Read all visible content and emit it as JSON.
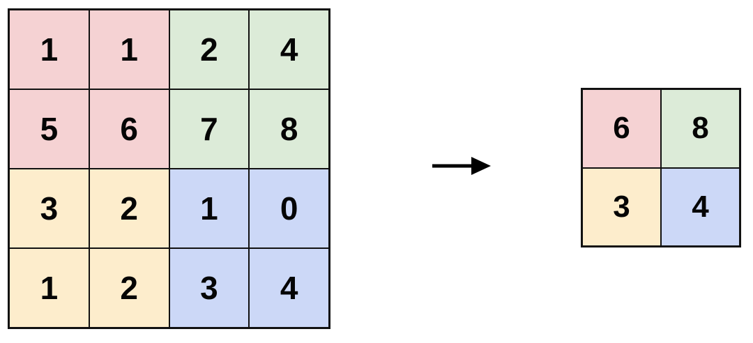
{
  "diagram": {
    "type": "max-pooling-2x2",
    "background_color": "#ffffff",
    "arrow": {
      "icon": "right-arrow-icon",
      "color": "#000000"
    },
    "colors": {
      "pink": "#f5d2d3",
      "green": "#dcebd8",
      "yellow": "#fdedcc",
      "blue": "#ccd8f7",
      "border": "#111111",
      "text": "#050505"
    },
    "input_matrix": {
      "rows": 4,
      "cols": 4,
      "cells": [
        {
          "value": "1",
          "region": "pink"
        },
        {
          "value": "1",
          "region": "pink"
        },
        {
          "value": "2",
          "region": "green"
        },
        {
          "value": "4",
          "region": "green"
        },
        {
          "value": "5",
          "region": "pink"
        },
        {
          "value": "6",
          "region": "pink"
        },
        {
          "value": "7",
          "region": "green"
        },
        {
          "value": "8",
          "region": "green"
        },
        {
          "value": "3",
          "region": "yellow"
        },
        {
          "value": "2",
          "region": "yellow"
        },
        {
          "value": "1",
          "region": "blue"
        },
        {
          "value": "0",
          "region": "blue"
        },
        {
          "value": "1",
          "region": "yellow"
        },
        {
          "value": "2",
          "region": "yellow"
        },
        {
          "value": "3",
          "region": "blue"
        },
        {
          "value": "4",
          "region": "blue"
        }
      ]
    },
    "output_matrix": {
      "rows": 2,
      "cols": 2,
      "cells": [
        {
          "value": "6",
          "region": "pink"
        },
        {
          "value": "8",
          "region": "green"
        },
        {
          "value": "3",
          "region": "yellow"
        },
        {
          "value": "4",
          "region": "blue"
        }
      ]
    }
  }
}
